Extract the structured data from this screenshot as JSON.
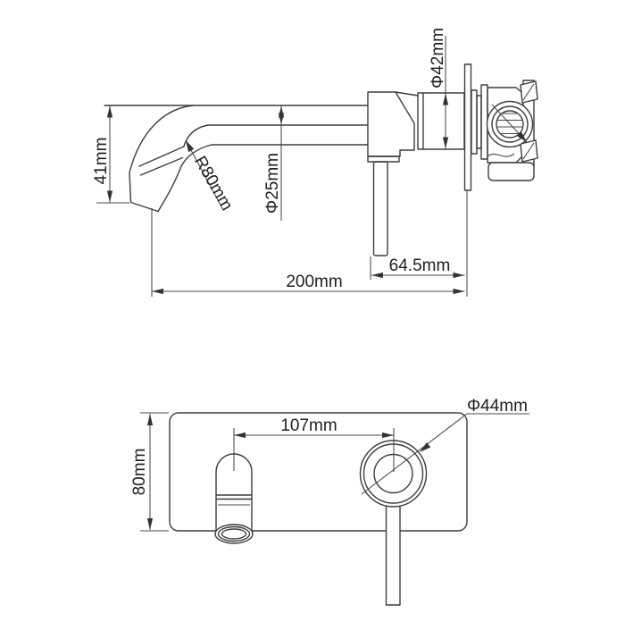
{
  "page": {
    "background": "#ffffff"
  },
  "drawing": {
    "type": "technical-dimension-drawing",
    "subject": "wall-mounted basin mixer tap",
    "line_color": "#3d3d3d",
    "text_color": "#1f1f1f",
    "views": {
      "side": {
        "name": "side-view",
        "labels": {
          "spout_drop_height": "41mm",
          "trim_diameter": "Φ42mm",
          "spout_bend_radius": "R80mm",
          "spout_tube_diameter": "Φ25mm",
          "handle_to_wall": "64.5mm",
          "spout_reach": "200mm"
        }
      },
      "front": {
        "name": "front-view",
        "labels": {
          "backplate_height": "80mm",
          "centres_distance": "107mm",
          "handle_base_diameter": "Φ44mm"
        }
      }
    }
  }
}
